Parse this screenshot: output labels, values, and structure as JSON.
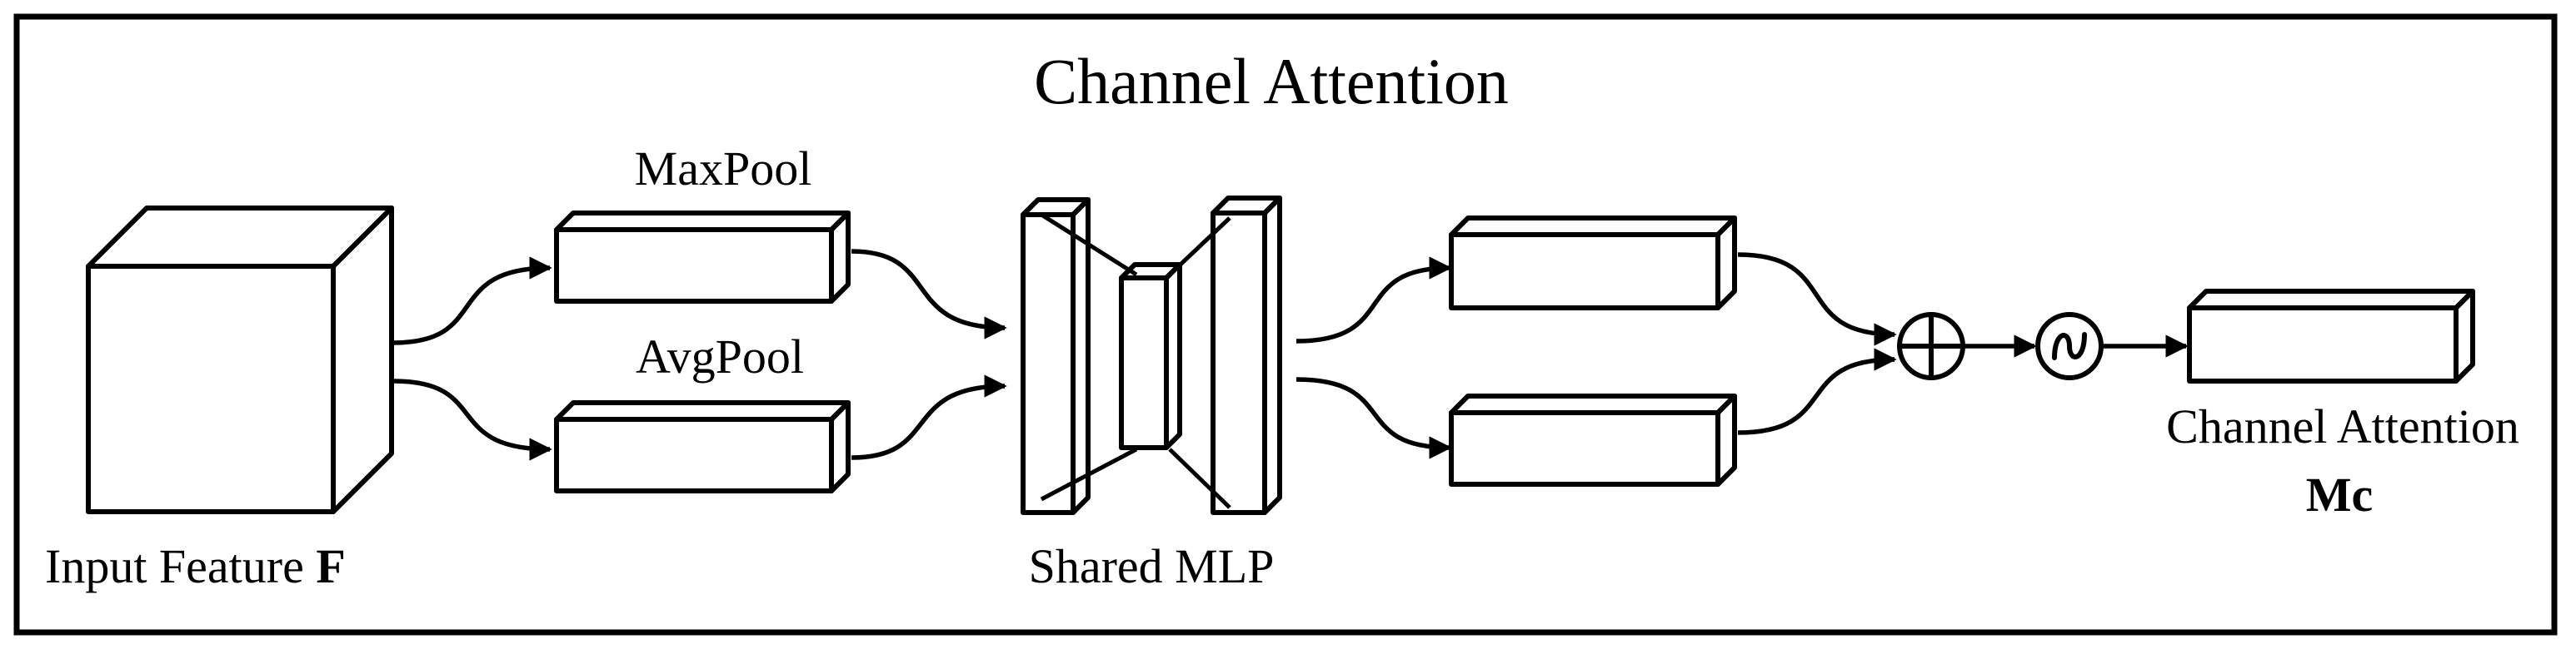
{
  "diagram": {
    "title": "Channel Attention",
    "input_label": "Input Feature ",
    "input_symbol": "F",
    "maxpool_label": "MaxPool",
    "avgpool_label": "AvgPool",
    "mlp_label": "Shared MLP",
    "output_label": "Channel Attention",
    "output_symbol": "Mc",
    "colors": {
      "input_front": "#b4c5e7",
      "input_top": "#dae3f3",
      "input_side": "#8faadc",
      "maxpool": "#4472c4",
      "avgpool": "#c07d00",
      "mlp_max_out": "#2f5597",
      "mlp_avg_out": "#c55a11",
      "output": "#548235"
    }
  }
}
